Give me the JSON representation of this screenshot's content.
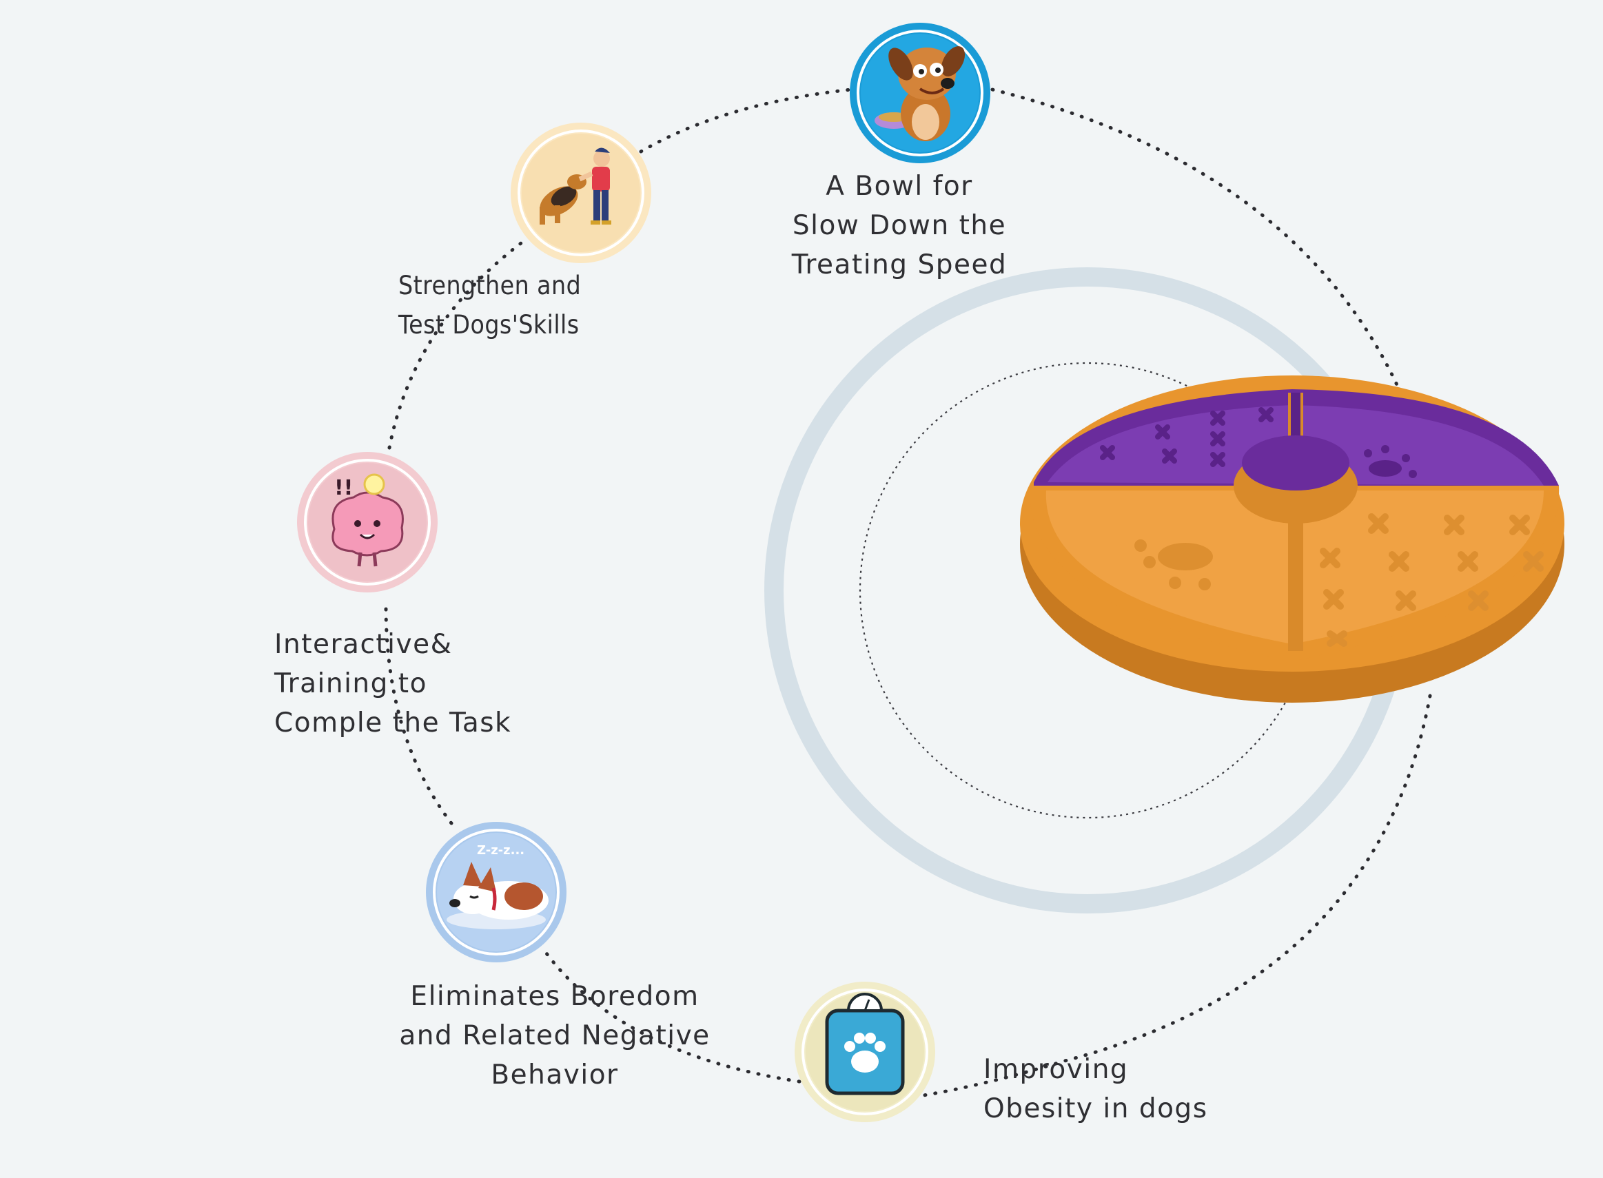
{
  "colors": {
    "background": "#f2f5f6",
    "ring": "#d5e0e7",
    "dots": "#2b2b30",
    "bowl_orange": "#e8952e",
    "bowl_purple": "#6a2c9c"
  },
  "items": [
    {
      "id": "bowl",
      "icon": "dog-with-bowl-icon",
      "lines": [
        "A Bowl for",
        "Slow Down the",
        "Treating Speed"
      ]
    },
    {
      "id": "skills",
      "icon": "dog-training-icon",
      "lines": [
        "Strengthen and",
        "Test Dogs'Skills"
      ]
    },
    {
      "id": "interactive",
      "icon": "brain-lightbulb-icon",
      "lines": [
        "Interactive&",
        "Training to",
        "Comple the Task"
      ]
    },
    {
      "id": "boredom",
      "icon": "sleeping-dog-icon",
      "lines": [
        "Eliminates Boredom",
        "and Related Negative",
        "Behavior"
      ]
    },
    {
      "id": "obesity",
      "icon": "paw-scale-icon",
      "lines": [
        "Improving",
        "Obesity in dogs"
      ]
    }
  ],
  "center": {
    "icon": "slow-feeder-bowl-icon"
  }
}
